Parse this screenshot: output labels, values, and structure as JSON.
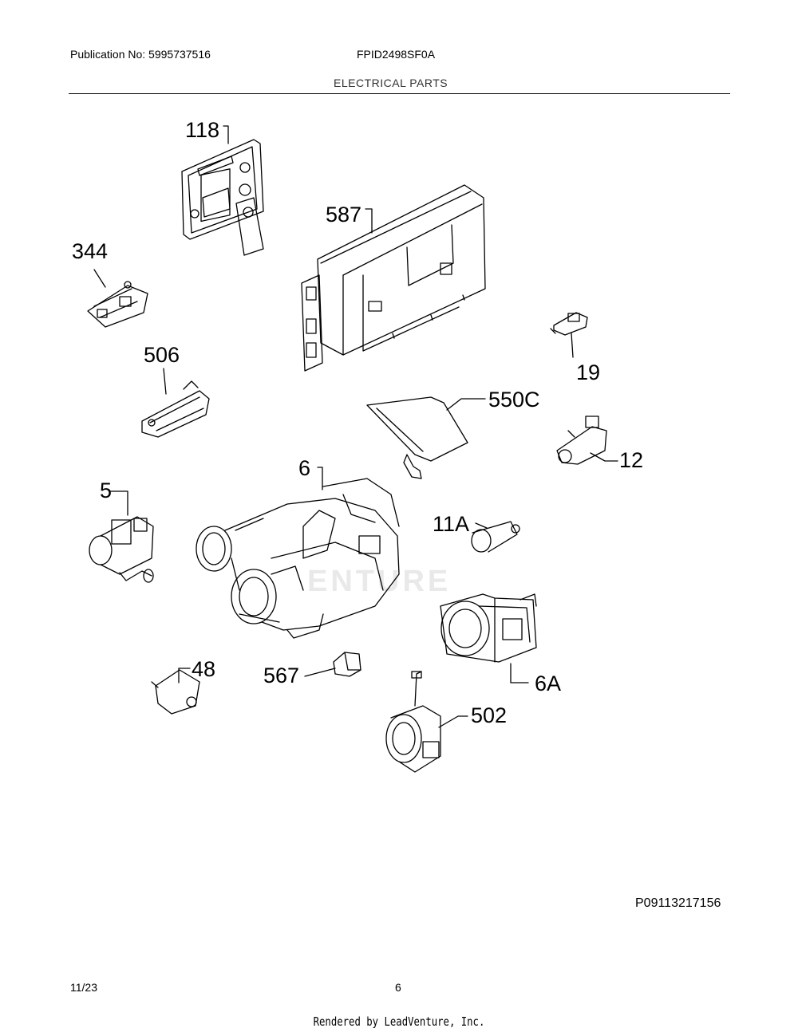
{
  "header": {
    "publication": "Publication No: 5995737516",
    "model": "FPID2498SF0A",
    "section": "ELECTRICAL PARTS"
  },
  "callouts": {
    "c118": "118",
    "c587": "587",
    "c344": "344",
    "c506": "506",
    "c19": "19",
    "c550c": "550C",
    "c12": "12",
    "c6": "6",
    "c5": "5",
    "c11a": "11A",
    "c48": "48",
    "c567": "567",
    "c6a": "6A",
    "c502": "502"
  },
  "watermark": "ENTURE",
  "footer": {
    "diagram_id": "P09113217156",
    "date": "11/23",
    "page": "6",
    "rendered_by": "Rendered by LeadVenture, Inc."
  }
}
